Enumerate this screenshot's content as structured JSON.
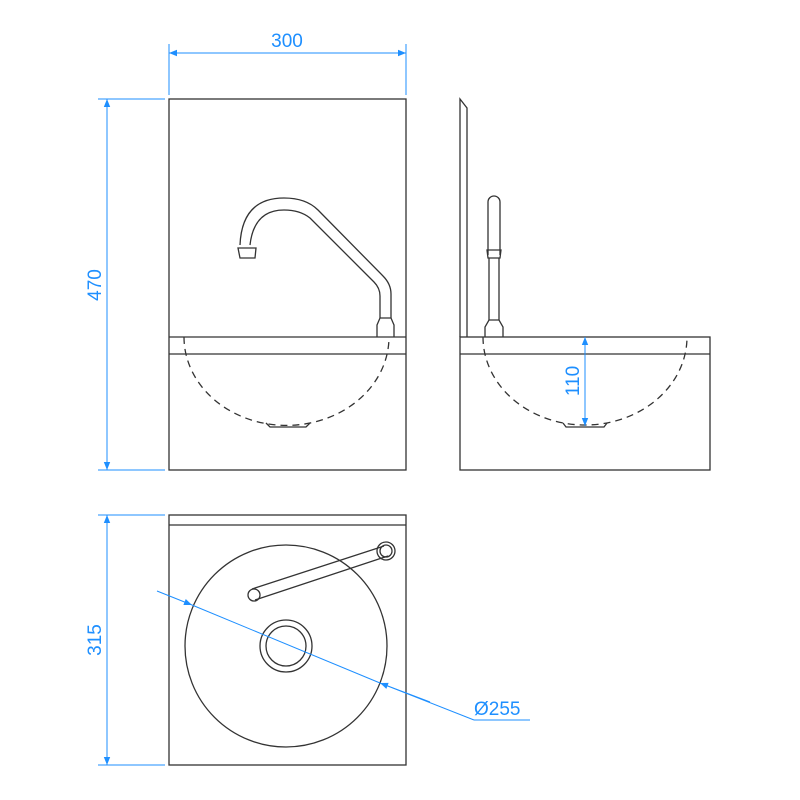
{
  "drawing": {
    "dimension_color": "#1e8fff",
    "line_color": "#333333",
    "dimensions": {
      "width": "300",
      "height": "470",
      "bowl_depth": "110",
      "depth": "315",
      "bowl_diameter": "Ø255"
    },
    "views": [
      "front-view",
      "side-view",
      "top-view"
    ]
  }
}
